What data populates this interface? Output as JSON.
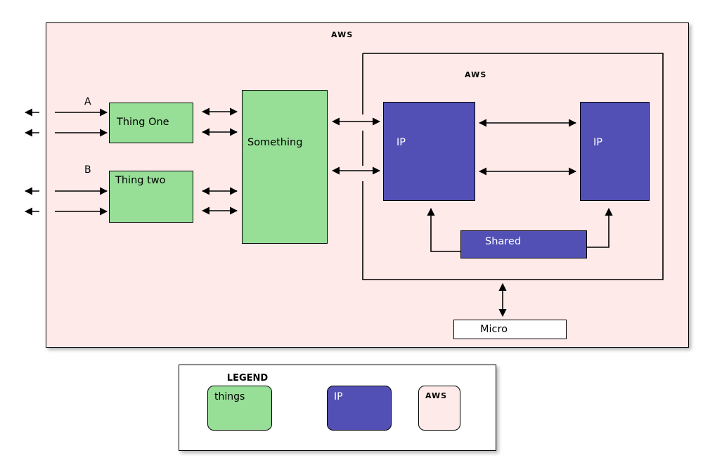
{
  "diagram": {
    "outer_zone": {
      "label": "AWS",
      "fill": "#fdeae9"
    },
    "inner_zone": {
      "label": "AWS",
      "fill": "#fdeae9"
    },
    "nodes": [
      {
        "id": "thing-one",
        "label": "Thing One",
        "fill": "#97de97",
        "kind": "things"
      },
      {
        "id": "thing-two",
        "label": "Thing two",
        "fill": "#97de97",
        "kind": "things"
      },
      {
        "id": "something",
        "label": "Something",
        "fill": "#97de97",
        "kind": "things"
      },
      {
        "id": "ip-left",
        "label": "IP",
        "fill": "#5250b5",
        "kind": "ip"
      },
      {
        "id": "ip-right",
        "label": "IP",
        "fill": "#5250b5",
        "kind": "ip"
      },
      {
        "id": "shared",
        "label": "Shared",
        "fill": "#5250b5",
        "kind": "ip"
      },
      {
        "id": "micro",
        "label": "Micro",
        "fill": "#ffffff",
        "kind": "plain"
      }
    ],
    "edge_labels": [
      {
        "id": "group-a",
        "label": "A"
      },
      {
        "id": "group-b",
        "label": "B"
      }
    ]
  },
  "legend": {
    "title": "LEGEND",
    "items": [
      {
        "label": "things",
        "fill": "#97de97"
      },
      {
        "label": "IP",
        "fill": "#5250b5"
      },
      {
        "label": "AWS",
        "fill": "#fdeae9"
      }
    ]
  }
}
